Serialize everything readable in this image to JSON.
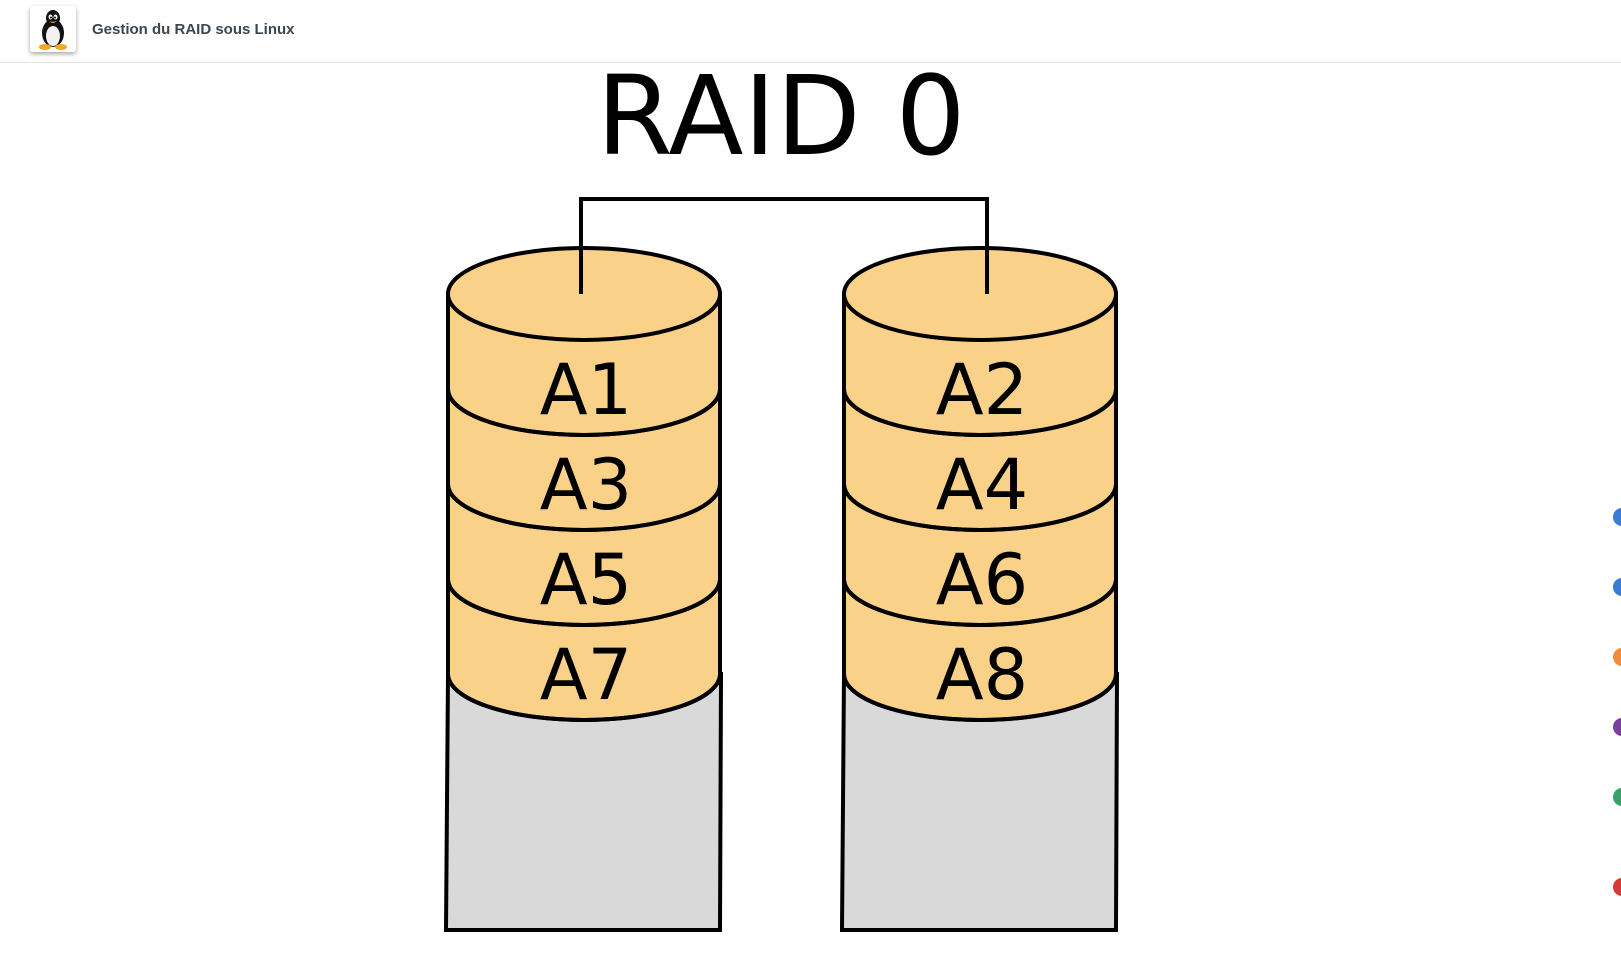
{
  "header": {
    "app_title": "Gestion du RAID sous Linux",
    "logo_icon": "tux-penguin-icon"
  },
  "diagram": {
    "title": "RAID 0",
    "colors": {
      "block_fill": "#f9d189",
      "empty_fill": "#d9d9d9",
      "stroke": "#000000"
    },
    "disks": [
      {
        "blocks": [
          "A1",
          "A3",
          "A5",
          "A7"
        ]
      },
      {
        "blocks": [
          "A2",
          "A4",
          "A6",
          "A8"
        ]
      }
    ]
  },
  "side_dots": {
    "colors": [
      "#3a7bd5",
      "#3a7bd5",
      "#f08c3a",
      "#7b3fa0",
      "#3aa06a",
      "#d53a3a"
    ]
  }
}
